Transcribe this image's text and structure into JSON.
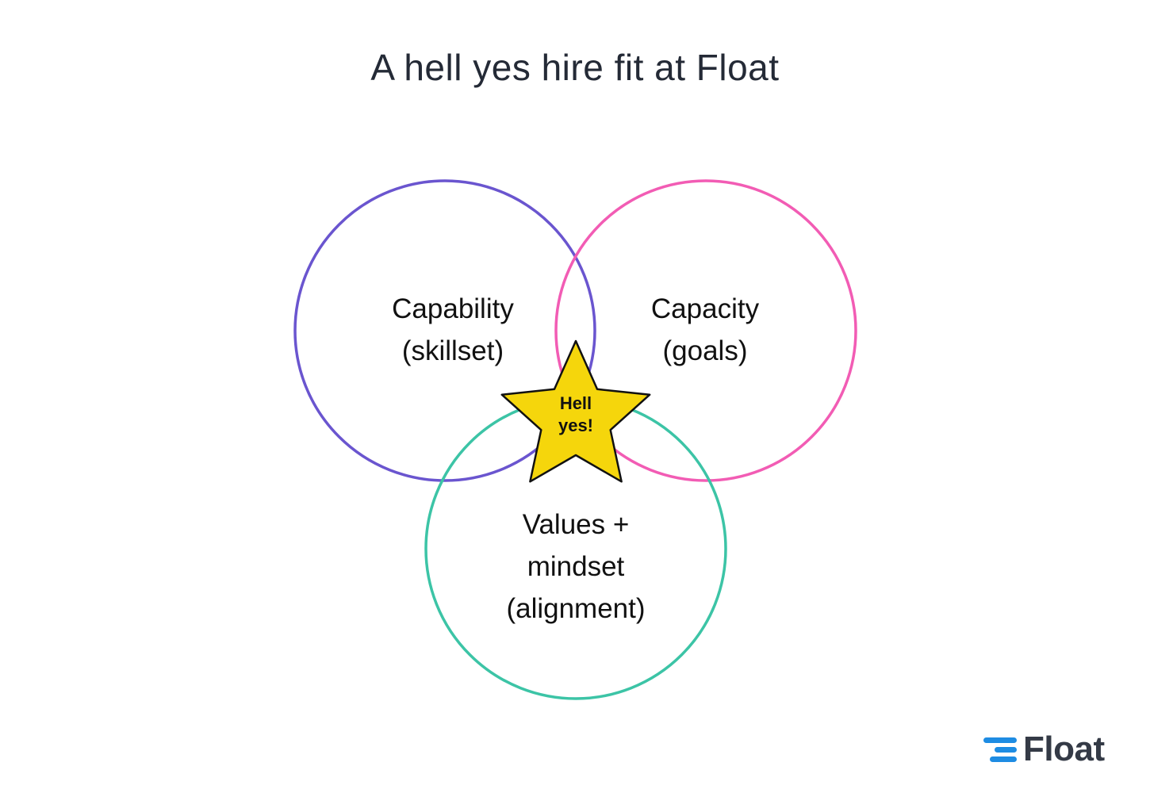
{
  "title": "A hell yes hire fit at Float",
  "circles": [
    {
      "id": "capability",
      "line1": "Capability",
      "line2": "(skillset)",
      "color": "#6a55cf"
    },
    {
      "id": "capacity",
      "line1": "Capacity",
      "line2": "(goals)",
      "color": "#f25cb4"
    },
    {
      "id": "values",
      "line1": "Values +",
      "line2": "mindset",
      "line3": "(alignment)",
      "color": "#3cc4a6"
    }
  ],
  "star": {
    "line1": "Hell",
    "line2": "yes!",
    "color": "#f5d60c"
  },
  "logo": {
    "text": "Float",
    "icon": "float-logo-icon",
    "color": "#1e8ce3"
  }
}
